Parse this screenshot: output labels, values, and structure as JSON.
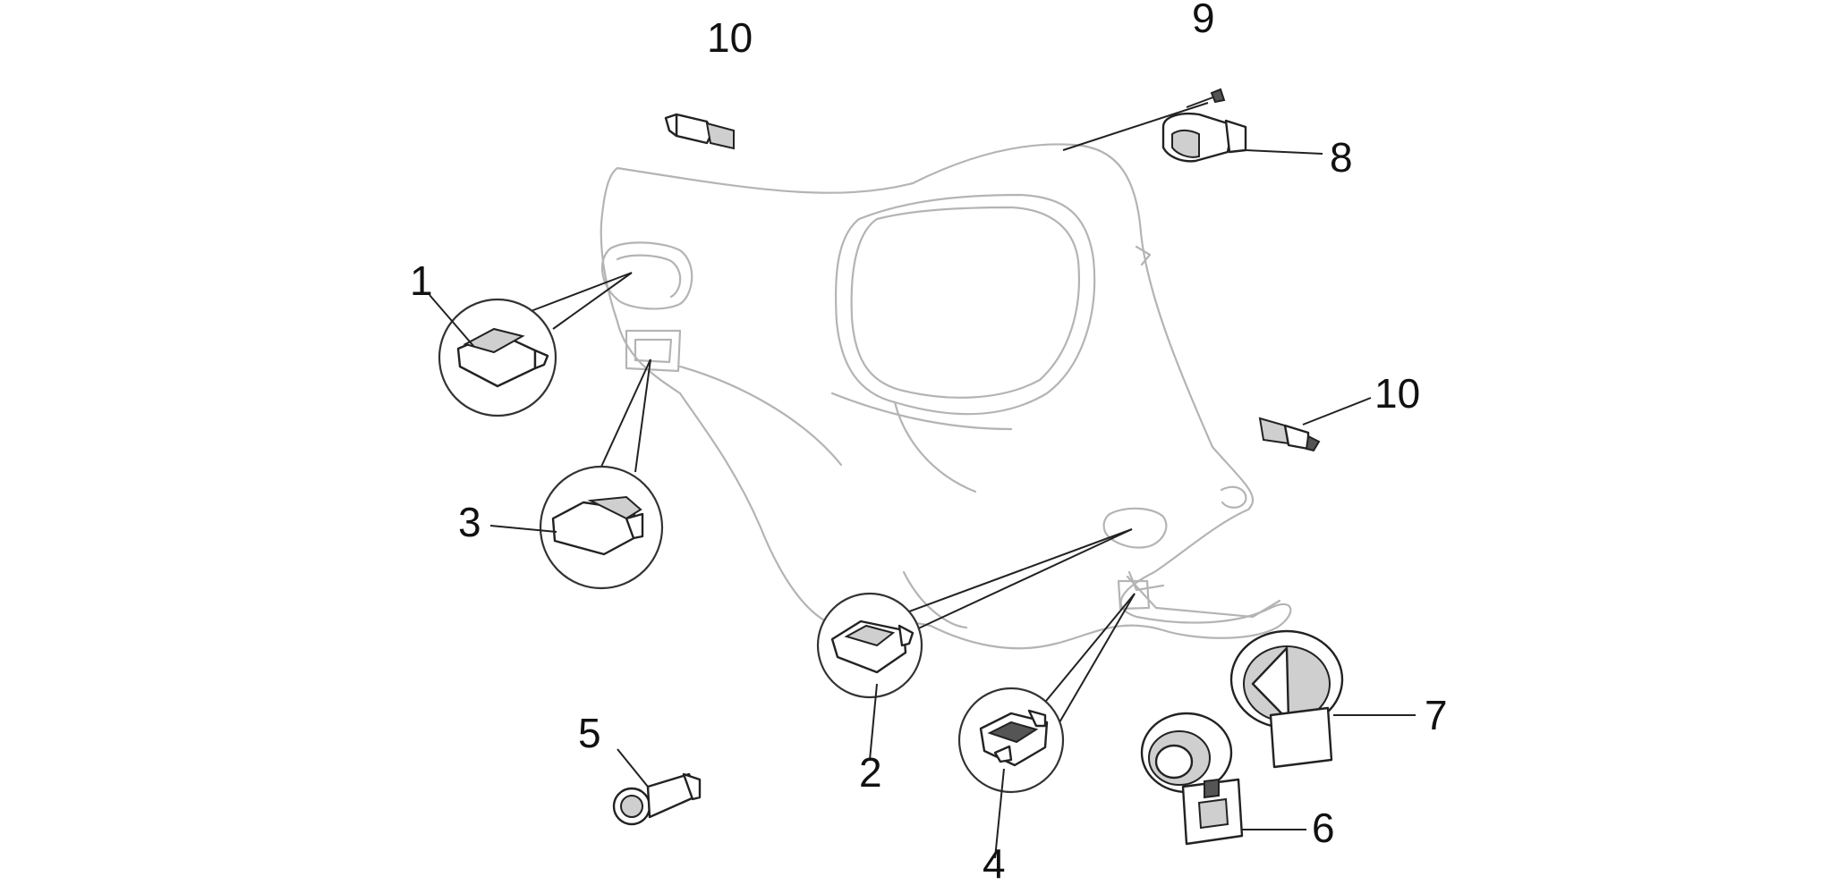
{
  "diagram": {
    "callouts": [
      {
        "id": "c10a",
        "label": "10"
      },
      {
        "id": "c9",
        "label": "9"
      },
      {
        "id": "c8",
        "label": "8"
      },
      {
        "id": "c1",
        "label": "1"
      },
      {
        "id": "c10b",
        "label": "10"
      },
      {
        "id": "c3",
        "label": "3"
      },
      {
        "id": "c2",
        "label": "2"
      },
      {
        "id": "c7",
        "label": "7"
      },
      {
        "id": "c5",
        "label": "5"
      },
      {
        "id": "c4",
        "label": "4"
      },
      {
        "id": "c6",
        "label": "6"
      }
    ]
  }
}
